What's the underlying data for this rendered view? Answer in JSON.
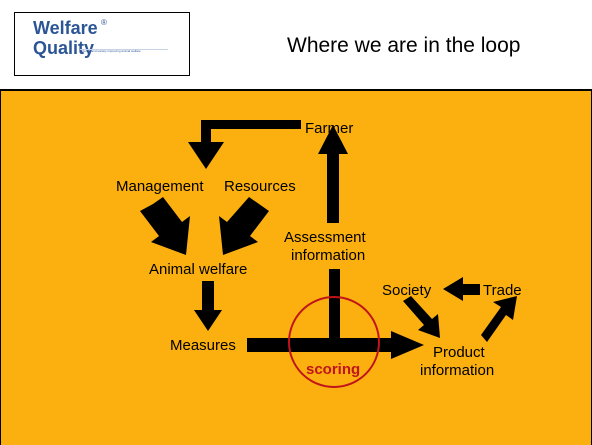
{
  "header": {
    "logo": {
      "word1": "Welfare",
      "registered": "®",
      "word2": "Quality",
      "tagline": "Science and society improving animal welfare"
    },
    "title": "Where we are in the loop"
  },
  "diagram": {
    "labels": {
      "farmer": "Farmer",
      "management": "Management",
      "resources": "Resources",
      "animal_welfare": "Animal welfare",
      "measures": "Measures",
      "assessment_line1": "Assessment",
      "assessment_line2": "information",
      "scoring": "scoring",
      "society": "Society",
      "trade": "Trade",
      "product_line1": "Product",
      "product_line2": "information"
    },
    "colors": {
      "background": "#fcb00f",
      "arrows": "#000000",
      "circle": "#c0141b",
      "logo": "#2c5596"
    }
  }
}
